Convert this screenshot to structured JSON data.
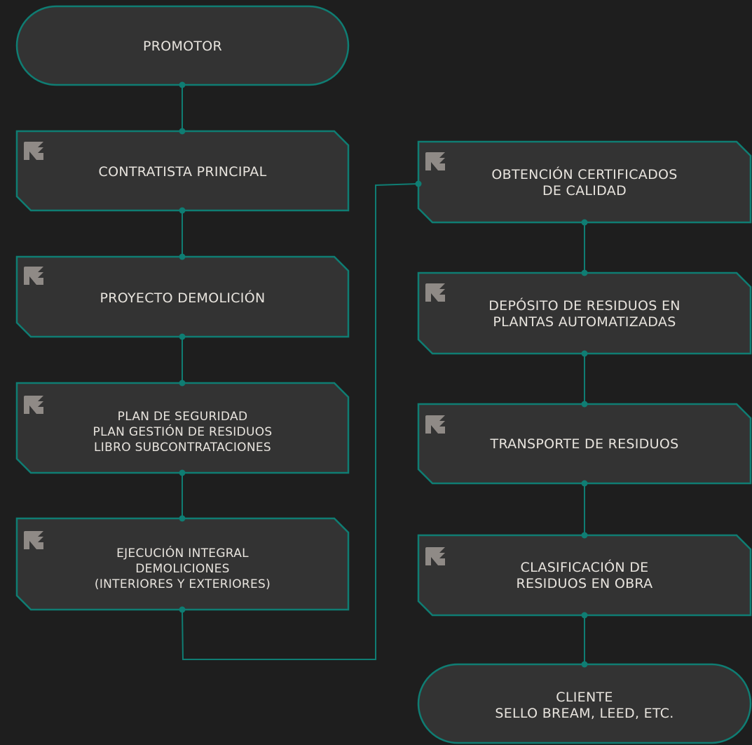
{
  "colors": {
    "background": "#1e1e1e",
    "node_fill": "#333333",
    "stroke": "#0f7d73",
    "text": "#e8e4de",
    "logo": "#8f8a86"
  },
  "nodes": {
    "promotor": "PROMOTOR",
    "contratista": "CONTRATISTA PRINCIPAL",
    "proyecto": "PROYECTO DEMOLICIÓN",
    "plan": "PLAN DE SEGURIDAD\nPLAN GESTIÓN DE RESIDUOS\nLIBRO SUBCONTRATACIONES",
    "ejecucion": "EJECUCIÓN INTEGRAL\nDEMOLICIONES\n(INTERIORES Y EXTERIORES)",
    "obtencion": "OBTENCIÓN CERTIFICADOS\nDE CALIDAD",
    "deposito": "DEPÓSITO DE RESIDUOS EN\nPLANTAS AUTOMATIZADAS",
    "transporte": "TRANSPORTE DE RESIDUOS",
    "clasificacion": "CLASIFICACIÓN DE\nRESIDUOS EN OBRA",
    "cliente": "CLIENTE\nSELLO BREAM, LEED, ETC."
  },
  "logo_icon": "brand-arrow-icon"
}
